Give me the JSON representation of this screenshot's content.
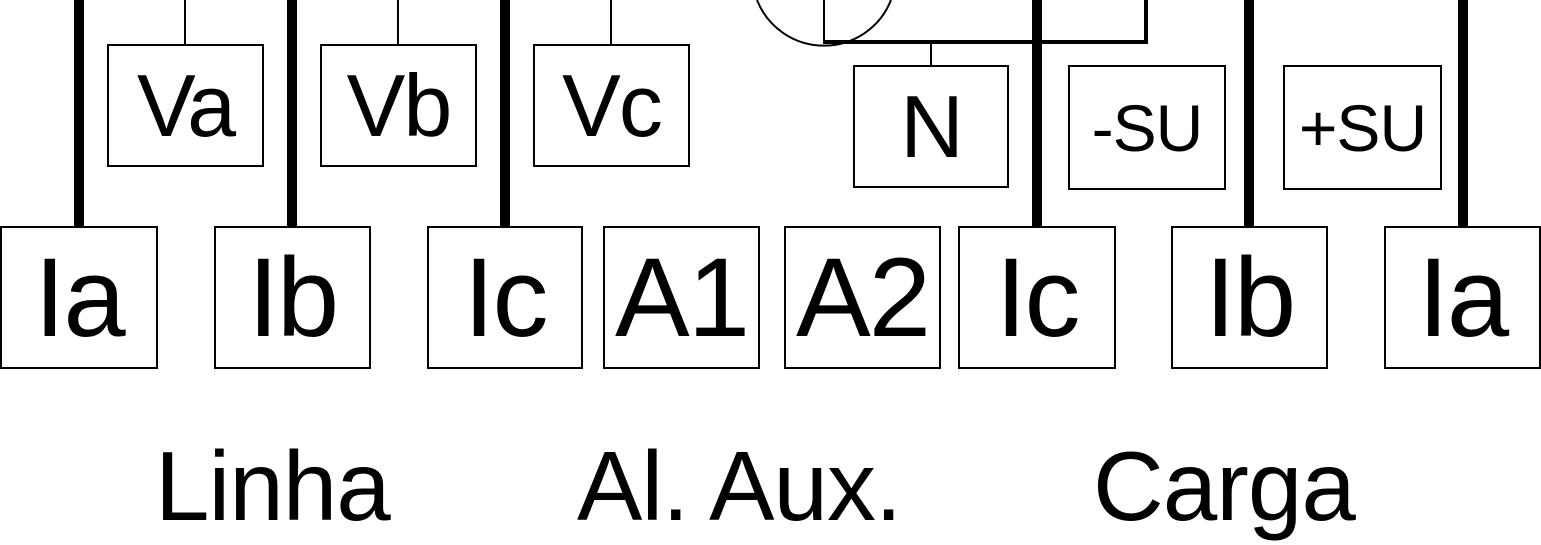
{
  "voltage_terminals": [
    "Va",
    "Vb",
    "Vc"
  ],
  "neutral_terminal": "N",
  "supply_terminals": [
    "-SU",
    "+SU"
  ],
  "current_terminals": [
    "Ia",
    "Ib",
    "Ic",
    "A1",
    "A2",
    "Ic",
    "Ib",
    "Ia"
  ],
  "groups": [
    "Linha",
    "Al. Aux.",
    "Carga"
  ]
}
